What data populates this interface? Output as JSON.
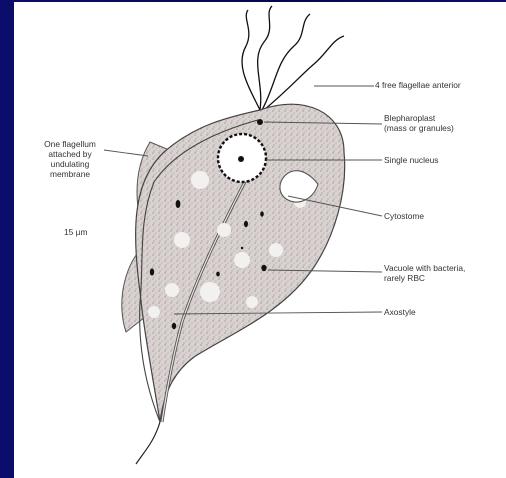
{
  "diagram": {
    "labels": {
      "free_flagellae": "4 free flagellae anterior",
      "blepharoplast": [
        "Blepharoplast",
        "(mass or granules)"
      ],
      "nucleus": "Single nucleus",
      "cytostome": "Cytostome",
      "vacuole": [
        "Vacuole with bacteria,",
        "rarely RBC"
      ],
      "axostyle": "Axostyle",
      "undulating_membrane": [
        "One flagellum",
        "attached by",
        "undulating",
        "membrane"
      ],
      "size": "15 µm"
    }
  }
}
